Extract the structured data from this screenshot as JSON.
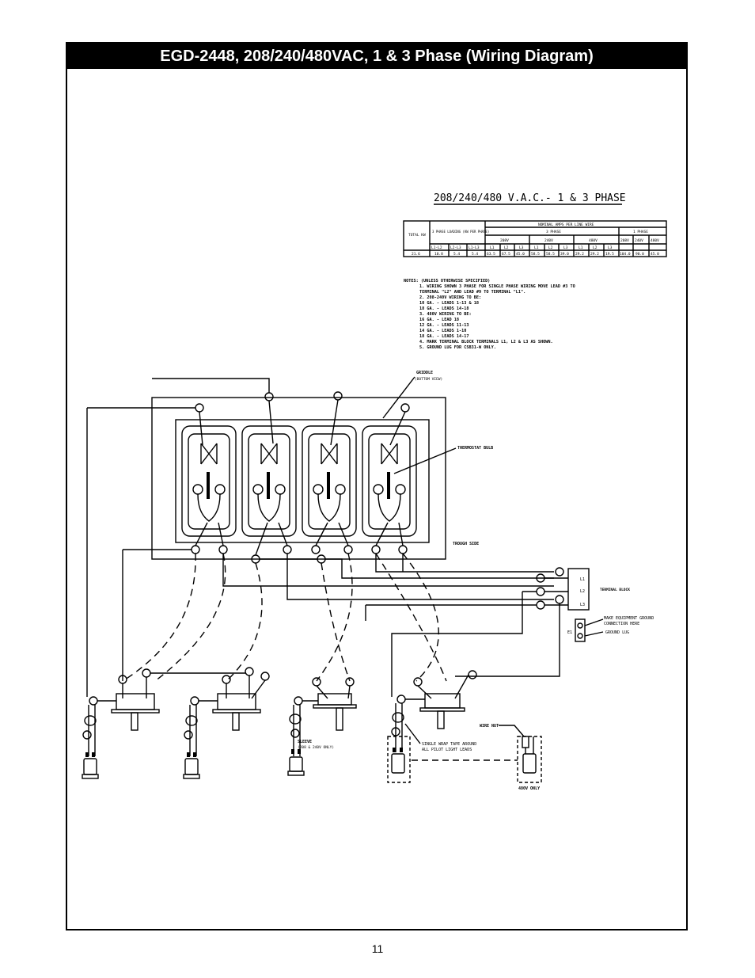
{
  "header": {
    "title": "EGD-2448, 208/240/480VAC, 1 & 3 Phase (Wiring Diagram)"
  },
  "page_number": "11",
  "diagram": {
    "subtitle": "208/240/480 V.A.C.- 1 & 3 PHASE",
    "table": {
      "headers": {
        "total_kw": "TOTAL KW",
        "loading": "3 PHASE LOADING (KW PER PHASE)",
        "nominal": "NOMINAL AMPS PER LINE WIRE",
        "three_phase": "3 PHASE",
        "one_phase": "1 PHASE",
        "v208": "208V",
        "v240": "240V",
        "v480": "480V",
        "loading_cols": [
          "L1-L2",
          "L2-L3",
          "L1-L3"
        ],
        "line_cols": [
          "L1",
          "L2",
          "L3",
          "L1",
          "L2",
          "L3",
          "L1",
          "L2",
          "L3"
        ],
        "one_phase_cols": [
          "208V",
          "240V",
          "480V"
        ]
      },
      "row": [
        "21.6",
        "10.8",
        "5.4",
        "5.4",
        "63.5",
        "67.5",
        "45.0",
        "58.5",
        "58.5",
        "39.0",
        "29.2",
        "29.2",
        "19.5",
        "104.0",
        "90.0",
        "45.0"
      ]
    },
    "notes": [
      "NOTES: (UNLESS OTHERWISE SPECIFIED)",
      "1.  WIRING SHOWN 3 PHASE FOR SINGLE PHASE WIRING MOVE LEAD #3 TO",
      "     TERMINAL \"L2\" AND LEAD #9 TO TERMINAL \"L1\".",
      "2.  208-240V WIRING TO BE:",
      "     10 GA. - LEADS 1-13 & 18",
      "     18 GA. - LEADS 14-18",
      "3.  480V WIRING TO BE:",
      "     16 GA. - LEAD 18",
      "     12 GA. - LEADS 11-13",
      "     14 GA. - LEADS 1-10",
      "     18 GA. - LEADS 14-17",
      "4.  MARK TERMINAL BLOCK TERMINALS L1, L2 & L3 AS SHOWN.",
      "5.  GROUND LUG FOR CSB31-W ONLY."
    ],
    "labels": {
      "griddle": "GRIDDLE",
      "griddle_sub": "(BOTTOM VIEW)",
      "thermostat_bulb": "THERMOSTAT BULB",
      "trough_side": "TROUGH SIDE",
      "terminal_block": "TERMINAL BLOCK",
      "make_ground": "MAKE EQUIPMENT GROUND",
      "make_ground2": "CONNECTION HERE",
      "ground_lug": "GROUND LUG",
      "e1": "E1",
      "wire_nut": "WIRE NUT",
      "sleeve": "SLEEVE",
      "sleeve_sub": "(208 & 240V ONLY)",
      "single_wrap": "SINGLE WRAP TAPE AROUND",
      "single_wrap2": "ALL PILOT LIGHT LEADS",
      "v480_only": "480V ONLY",
      "l1": "L1",
      "l2": "L2",
      "l3": "L3"
    }
  }
}
